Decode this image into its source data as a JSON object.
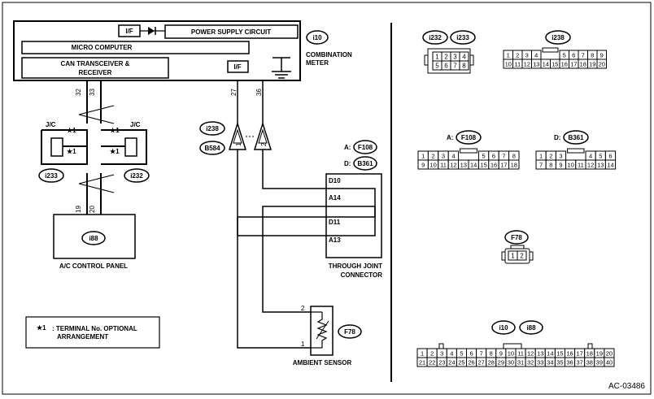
{
  "diagram": {
    "meter": {
      "if_top": "I/F",
      "power_supply": "POWER SUPPLY CIRCUIT",
      "micro_computer": "MICRO COMPUTER",
      "can_line1": "CAN TRANSCEIVER &",
      "can_line2": "RECEIVER",
      "if_bottom": "I/F",
      "connector": "i10",
      "name_line1": "COMBINATION",
      "name_line2": "METER"
    },
    "wire_pins": {
      "p32": "32",
      "p33": "33",
      "p27": "27",
      "p36": "36",
      "p19": "19",
      "p20": "20"
    },
    "jc": {
      "left": "J/C",
      "right": "J/C",
      "star": "★1",
      "left_connector": "i233",
      "right_connector": "i232"
    },
    "ac_panel": {
      "connector": "i88",
      "name": "A/C CONTROL PANEL"
    },
    "note": {
      "star": "★1",
      "line1": ": TERMINAL No. OPTIONAL",
      "line2": "ARRANGEMENT"
    },
    "inline_connector": {
      "top": "i238",
      "bottom": "B584",
      "pin1": "1",
      "pin2": "2"
    },
    "through_joint": {
      "a_prefix": "A:",
      "a_connector": "F108",
      "d_prefix": "D:",
      "d_connector": "B361",
      "pins": [
        "D10",
        "A14",
        "D11",
        "A13"
      ],
      "name_line1": "THROUGH JOINT",
      "name_line2": "CONNECTOR"
    },
    "sensor": {
      "connector": "F78",
      "pin2": "2",
      "pin1": "1",
      "name": "AMBIENT SENSOR"
    }
  },
  "connector_views": {
    "i232_i233": {
      "labels": [
        "i232",
        "i233"
      ],
      "row1": [
        "1",
        "2",
        "3",
        "4"
      ],
      "row2": [
        "5",
        "6",
        "7",
        "8"
      ]
    },
    "i238": {
      "label": "i238",
      "row1": [
        "1",
        "2",
        "3",
        "4",
        "",
        "5",
        "6",
        "7",
        "8",
        "9"
      ],
      "row2": [
        "10",
        "11",
        "12",
        "13",
        "14",
        "15",
        "16",
        "17",
        "18",
        "19",
        "20"
      ]
    },
    "f108": {
      "prefix": "A:",
      "label": "F108",
      "row1": [
        "1",
        "2",
        "3",
        "4",
        "",
        "5",
        "6",
        "7",
        "8"
      ],
      "row2": [
        "9",
        "10",
        "11",
        "12",
        "13",
        "14",
        "15",
        "16",
        "17",
        "18"
      ]
    },
    "b361": {
      "prefix": "D:",
      "label": "B361",
      "row1": [
        "1",
        "2",
        "3",
        "",
        "4",
        "5",
        "6"
      ],
      "row2": [
        "7",
        "8",
        "9",
        "10",
        "11",
        "12",
        "13",
        "14"
      ]
    },
    "f78": {
      "label": "F78",
      "row1": [
        "1",
        "2"
      ]
    },
    "i10_i88": {
      "labels": [
        "i10",
        "i88"
      ],
      "row1": [
        "1",
        "2",
        "3",
        "4",
        "5",
        "6",
        "7",
        "8",
        "9",
        "10",
        "11",
        "12",
        "13",
        "14",
        "15",
        "16",
        "17",
        "18",
        "19",
        "20"
      ],
      "row2": [
        "21",
        "22",
        "23",
        "24",
        "25",
        "26",
        "27",
        "28",
        "29",
        "30",
        "31",
        "32",
        "33",
        "34",
        "35",
        "36",
        "37",
        "38",
        "39",
        "40"
      ]
    }
  },
  "figure_code": "AC-03486"
}
